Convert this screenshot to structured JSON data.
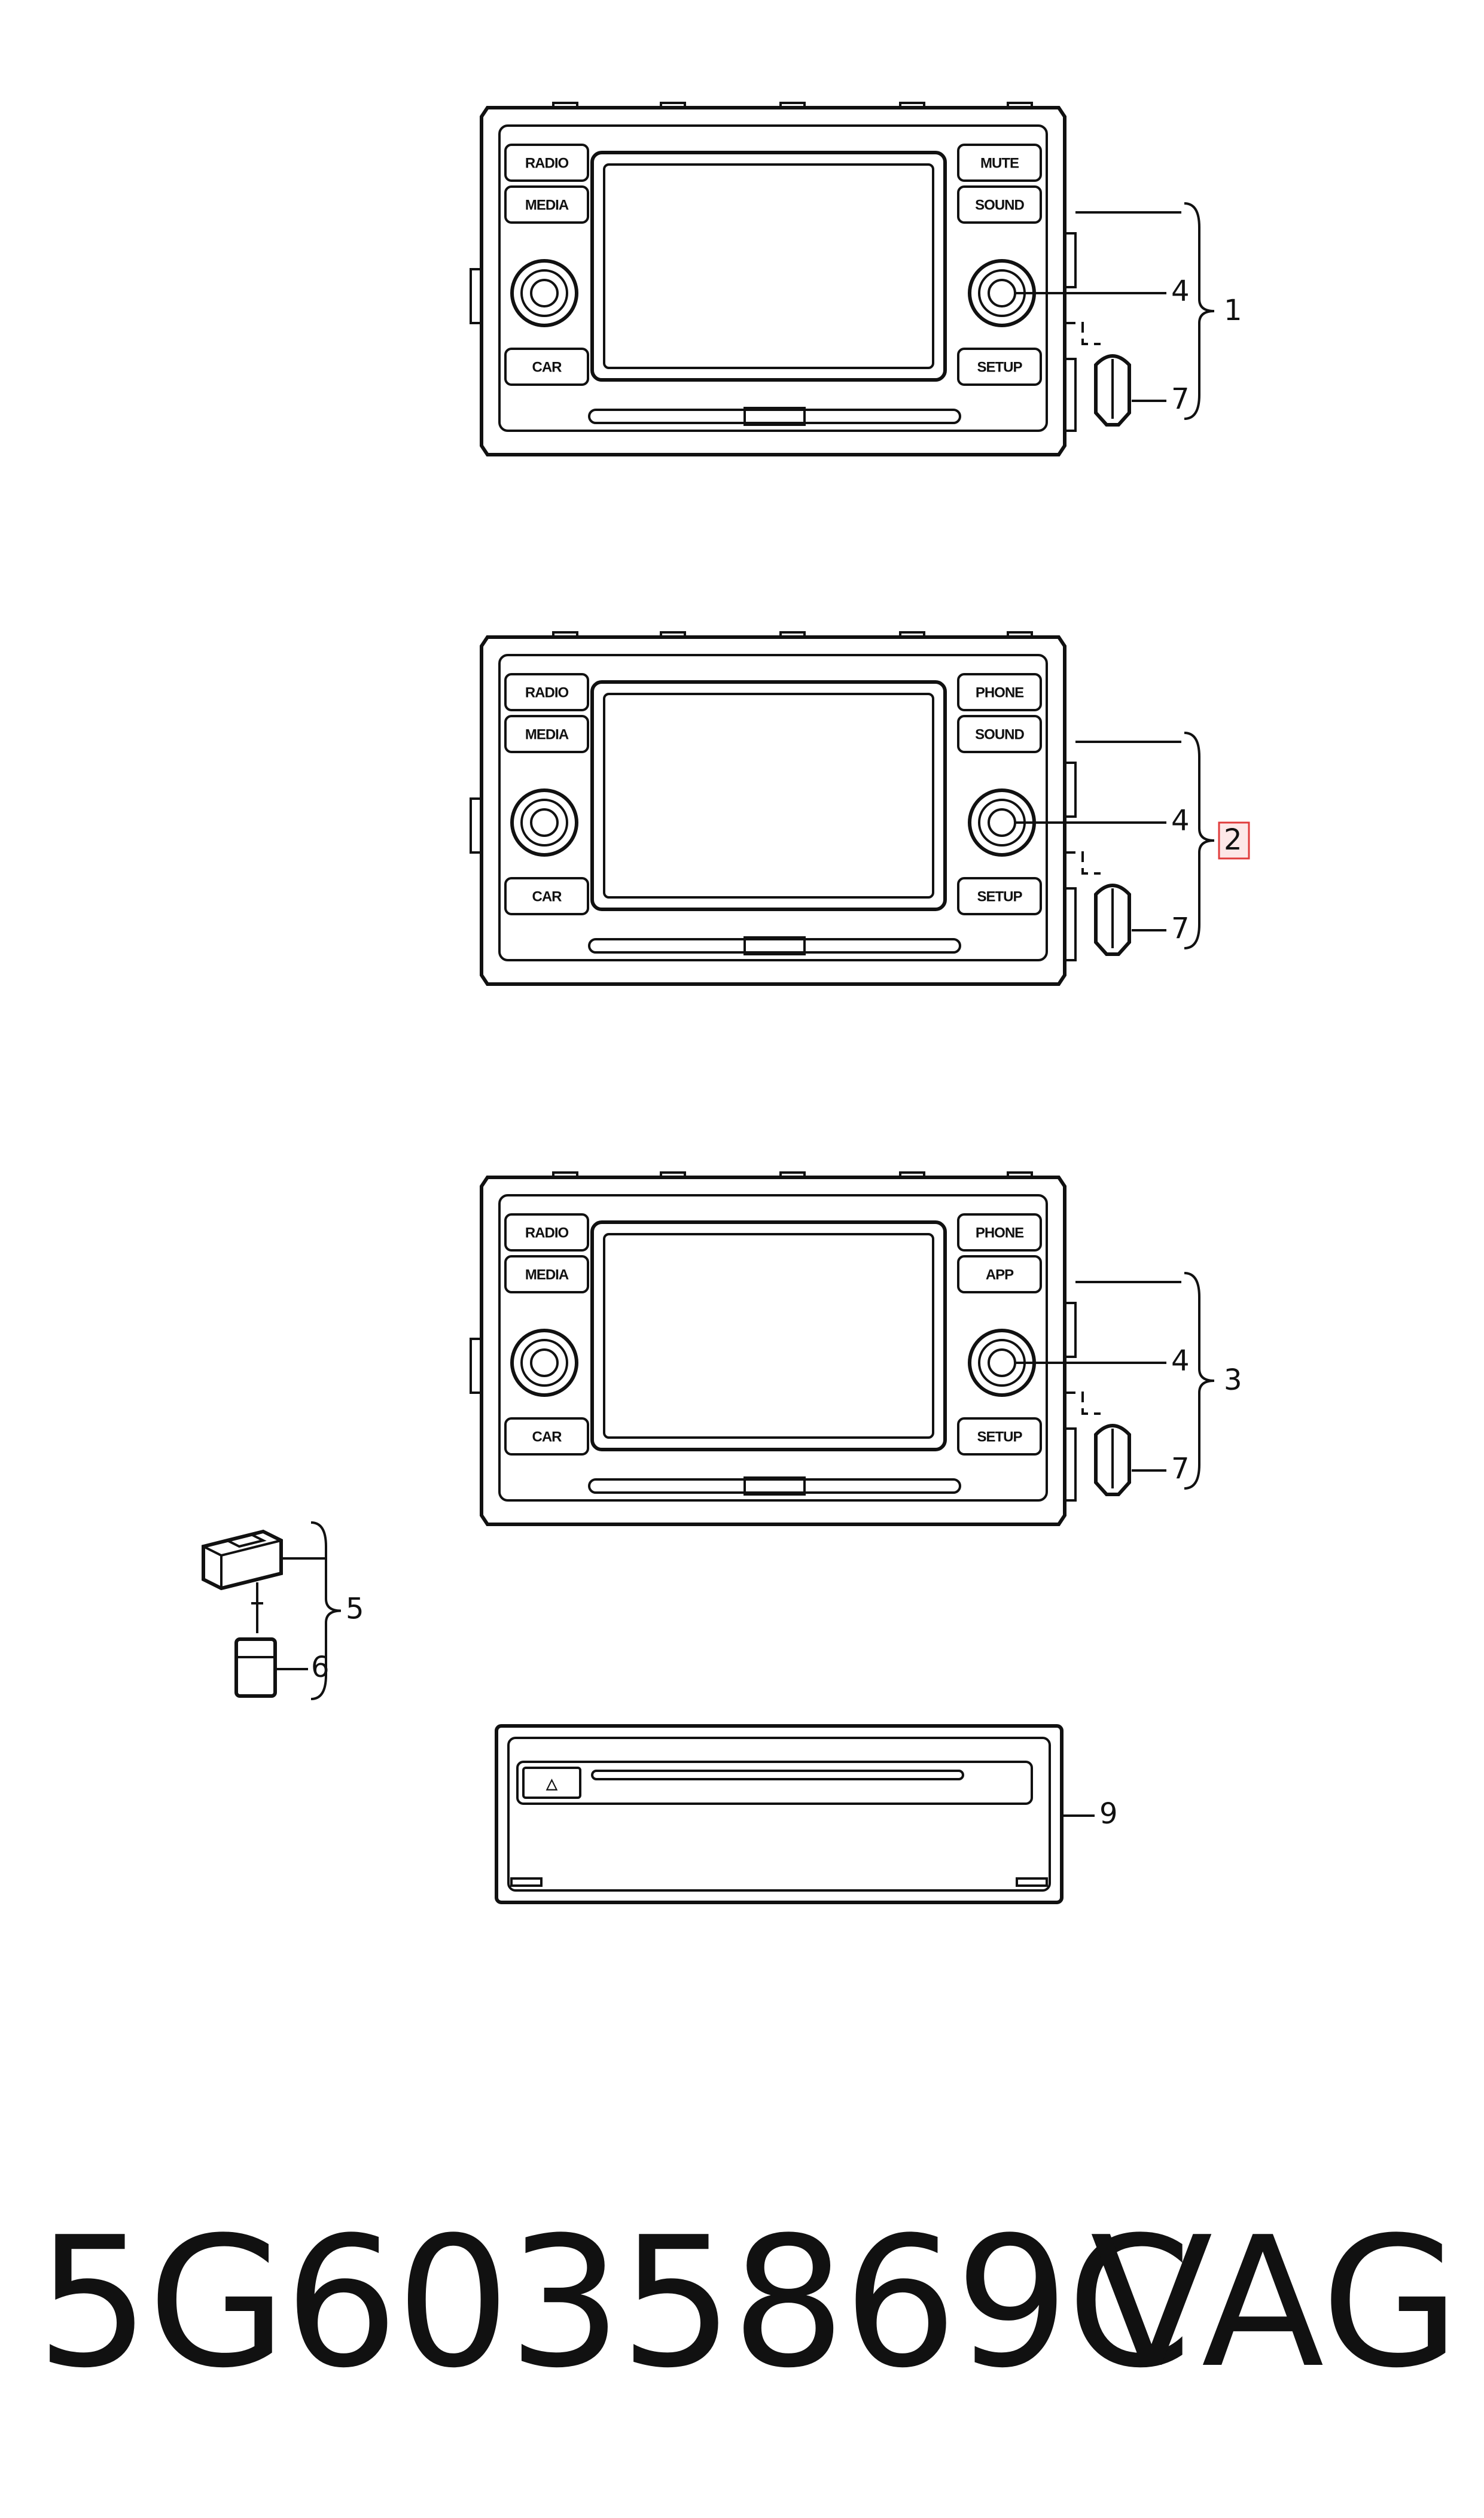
{
  "units": [
    {
      "id": "unit-1",
      "buttons": {
        "left_top": "RADIO",
        "left_mid": "MEDIA",
        "left_bottom": "CAR",
        "right_top": "MUTE",
        "right_mid": "SOUND",
        "right_bottom": "SETUP"
      },
      "callouts": {
        "knob": "4",
        "group": "1",
        "connector": "7"
      },
      "highlight_group": false
    },
    {
      "id": "unit-2",
      "buttons": {
        "left_top": "RADIO",
        "left_mid": "MEDIA",
        "left_bottom": "CAR",
        "right_top": "PHONE",
        "right_mid": "SOUND",
        "right_bottom": "SETUP"
      },
      "callouts": {
        "knob": "4",
        "group": "2",
        "connector": "7"
      },
      "highlight_group": true
    },
    {
      "id": "unit-3",
      "buttons": {
        "left_top": "RADIO",
        "left_mid": "MEDIA",
        "left_bottom": "CAR",
        "right_top": "PHONE",
        "right_mid": "APP",
        "right_bottom": "SETUP"
      },
      "callouts": {
        "knob": "4",
        "group": "3",
        "connector": "7"
      },
      "highlight_group": false
    }
  ],
  "antenna_module": {
    "callout_group": "5",
    "callout_plug": "6"
  },
  "cd_drive": {
    "callout": "9",
    "eject_symbol": "△"
  },
  "footer": {
    "part_number": "5G6035869C",
    "brand": "VAG"
  },
  "colors": {
    "line": "#111111",
    "highlight": "#e03c3c",
    "highlight_fill": "#fde8e8"
  }
}
